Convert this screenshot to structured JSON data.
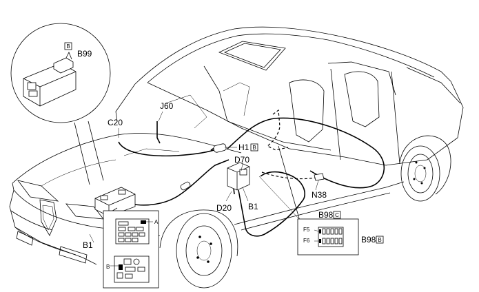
{
  "labels": {
    "b99": "B99",
    "b99_tag": "B",
    "j60": "J60",
    "c20": "C20",
    "h1": "H1",
    "h1_tag": "B",
    "d70": "D70",
    "n38": "N38",
    "d20": "D20",
    "b1_center": "B1",
    "b1_left": "B1",
    "b98c": "B98",
    "b98c_tag": "C",
    "b98b": "B98",
    "b98b_tag": "B",
    "f5": "F5",
    "f6": "F6",
    "detail_a": "A",
    "detail_b": "B"
  }
}
